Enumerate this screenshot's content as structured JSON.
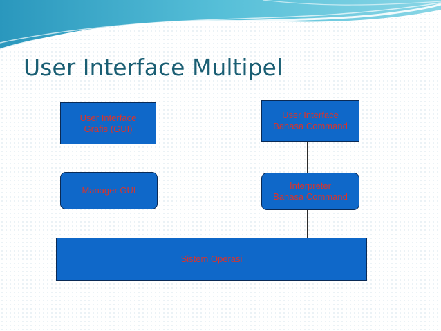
{
  "slide": {
    "title": "User Interface Multipel"
  },
  "diagram": {
    "nodes": {
      "gui": "User Interface\nGrafis (GUI)",
      "command": "User Interface\nBahasa Command",
      "manager": "Manager GUI",
      "interpreter": "Interpreter\nBahasa Command",
      "os": "Sistem Operasi"
    }
  },
  "colors": {
    "title": "#1a5e73",
    "box_fill": "#0f68c9",
    "box_text": "#d9342b",
    "header_wave": "#3aa9c9"
  }
}
